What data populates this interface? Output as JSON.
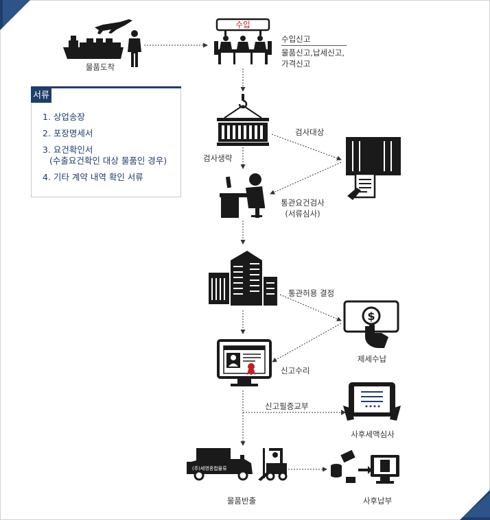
{
  "import_label": "수입",
  "import_declaration": {
    "title": "수입신고",
    "details_line1": "물품신고,납세신고,",
    "details_line2": "가격신고"
  },
  "goods_arrival": "물품도착",
  "documents": {
    "title": "서류",
    "items": [
      {
        "text": "1. 상업송장"
      },
      {
        "text": "2. 포장명세서"
      },
      {
        "text": "3. 요건확인서",
        "sub": "(수출요건확인 대상 물품인 경우)"
      },
      {
        "text": "4. 기타 계약 내역 확인 서류"
      }
    ]
  },
  "inspection_target": "검사대상",
  "inspection_skip": "검사생략",
  "customs_requirement_check": {
    "line1": "통관요건검사",
    "line2": "(서류심사)"
  },
  "clearance_decision": "통관허용 결정",
  "tax_payment": "제세수납",
  "declaration_acceptance": "신고수리",
  "certificate_issuance": "신고필증교부",
  "post_audit": "사후세액심사",
  "goods_release": "물품반출",
  "post_payment": "사후납부",
  "truck_text": "(주)세영종합물류",
  "colors": {
    "navy": "#1e3d6b",
    "icon": "#1a1a1a",
    "accent_red": "#c0202a",
    "arrow": "#333333"
  }
}
